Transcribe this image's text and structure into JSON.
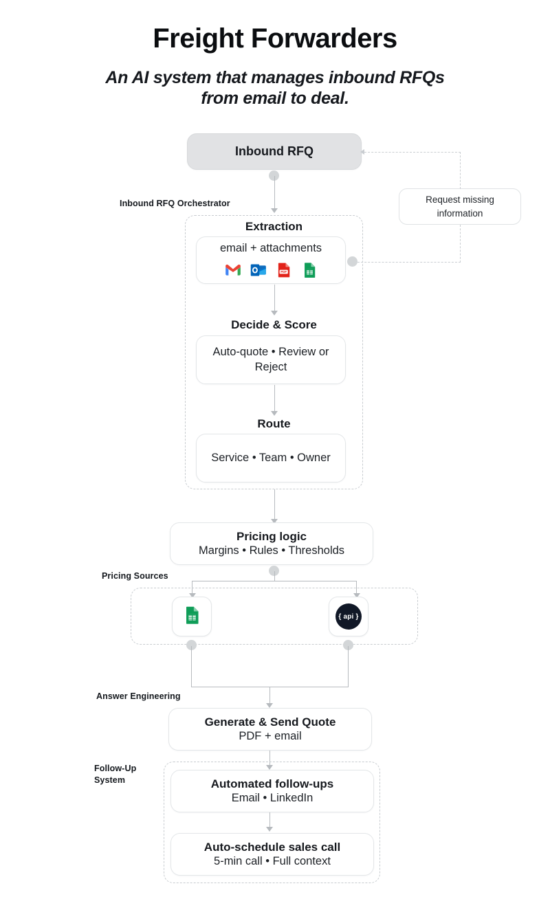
{
  "header": {
    "title": "Freight Forwarders",
    "highlight_color": "#12d6f3",
    "subtitle_line1": "An AI system that manages inbound RFQs",
    "subtitle_line2": "from email to deal."
  },
  "flow": {
    "inbound": {
      "title": "Inbound RFQ"
    },
    "request_missing": {
      "line1": "Request missing",
      "line2": "information"
    },
    "orchestrator": {
      "group_label": "Inbound RFQ Orchestrator",
      "steps": [
        {
          "title": "Extraction",
          "sub": "email + attachments",
          "icons": [
            "gmail-icon",
            "outlook-icon",
            "pdf-icon",
            "google-sheets-icon"
          ]
        },
        {
          "title": "Decide & Score",
          "sub": "Auto-quote • Review or Reject"
        },
        {
          "title": "Route",
          "sub": "Service • Team • Owner"
        }
      ]
    },
    "pricing_logic": {
      "title": "Pricing logic",
      "sub": "Margins • Rules • Thresholds"
    },
    "pricing_sources": {
      "group_label": "Pricing Sources",
      "items": [
        {
          "icon": "google-sheets-icon",
          "label": ""
        },
        {
          "icon": "api-icon",
          "label": "{ api }"
        }
      ]
    },
    "answer_engineering": {
      "group_label": "Answer Engineering",
      "node": {
        "title": "Generate & Send Quote",
        "sub": "PDF + email"
      }
    },
    "follow_up": {
      "group_label_line1": "Follow-Up",
      "group_label_line2": "System",
      "steps": [
        {
          "title": "Automated follow-ups",
          "sub": "Email • LinkedIn"
        },
        {
          "title": "Auto-schedule sales call",
          "sub": "5-min call • Full context"
        }
      ]
    }
  },
  "colors": {
    "accent": "#12d6f3",
    "node_border": "#e3e6e8",
    "filled_node_bg": "#e1e2e4",
    "connector": "#b6babe",
    "dashed": "#c9cdd1",
    "api_badge_bg": "#111827",
    "sheets_green": "#0f9d58",
    "pdf_red": "#e2231a",
    "outlook_blue": "#0f6cbd"
  }
}
